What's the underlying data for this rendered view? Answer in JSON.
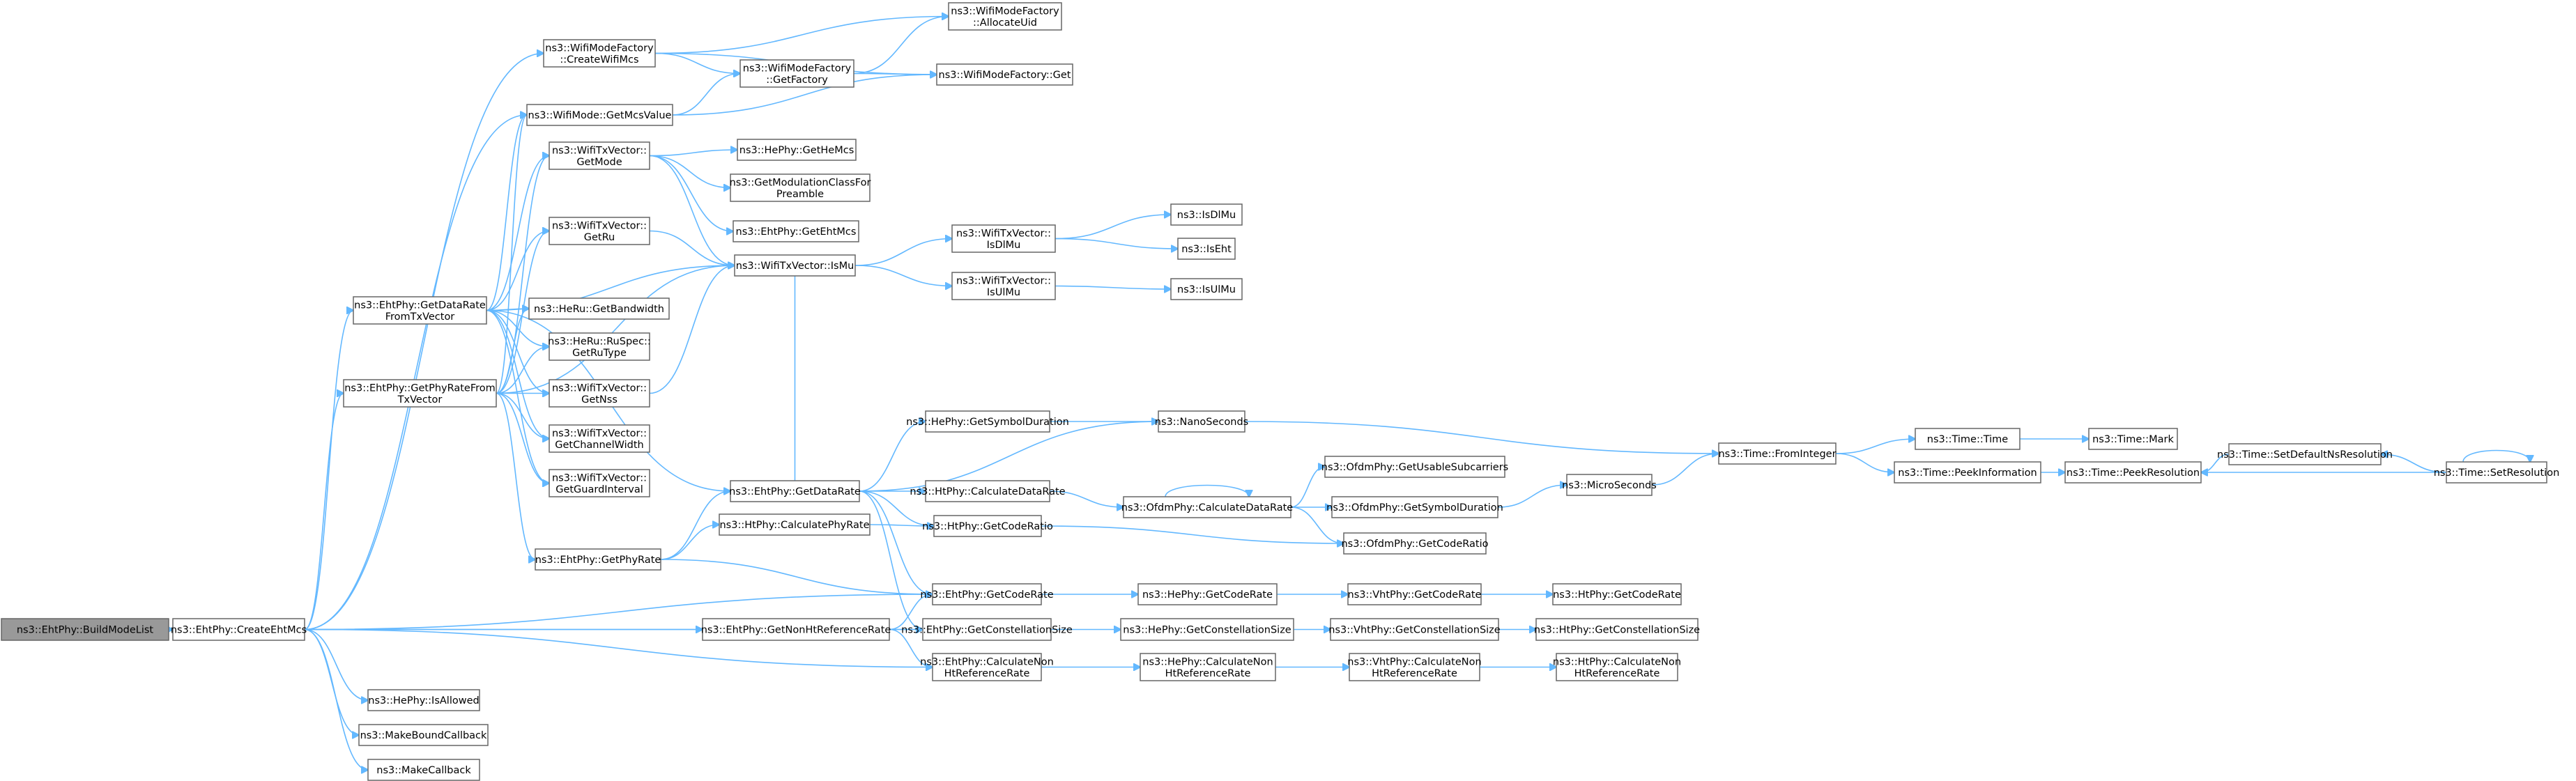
{
  "colors": {
    "edge": "#63b8ff",
    "root_fill": "#999999",
    "node_border": "#666666"
  },
  "nodes": [
    {
      "id": "n0",
      "lines": [
        "ns3::EhtPhy::BuildModeList"
      ],
      "root": true
    },
    {
      "id": "n1",
      "lines": [
        "ns3::EhtPhy::CreateEhtMcs"
      ]
    },
    {
      "id": "n2",
      "lines": [
        "ns3::EhtPhy::GetDataRate",
        "FromTxVector"
      ]
    },
    {
      "id": "n3",
      "lines": [
        "ns3::EhtPhy::GetPhyRateFrom",
        "TxVector"
      ]
    },
    {
      "id": "n4",
      "lines": [
        "ns3::EhtPhy::GetPhyRate"
      ]
    },
    {
      "id": "n5",
      "lines": [
        "ns3::WifiModeFactory",
        "::CreateWifiMcs"
      ]
    },
    {
      "id": "n6",
      "lines": [
        "ns3::WifiMode::GetMcsValue"
      ]
    },
    {
      "id": "n7",
      "lines": [
        "ns3::WifiTxVector::",
        "GetMode"
      ]
    },
    {
      "id": "n8",
      "lines": [
        "ns3::WifiTxVector::",
        "GetRu"
      ]
    },
    {
      "id": "n9",
      "lines": [
        "ns3::HeRu::GetBandwidth"
      ]
    },
    {
      "id": "n10",
      "lines": [
        "ns3::HeRu::RuSpec::",
        "GetRuType"
      ]
    },
    {
      "id": "n11",
      "lines": [
        "ns3::WifiTxVector::",
        "GetNss"
      ]
    },
    {
      "id": "n12",
      "lines": [
        "ns3::WifiTxVector::",
        "GetChannelWidth"
      ]
    },
    {
      "id": "n13",
      "lines": [
        "ns3::WifiTxVector::",
        "GetGuardInterval"
      ]
    },
    {
      "id": "n14",
      "lines": [
        "ns3::EhtPhy::GetNonHtReferenceRate"
      ]
    },
    {
      "id": "n15",
      "lines": [
        "ns3::HePhy::IsAllowed"
      ]
    },
    {
      "id": "n16",
      "lines": [
        "ns3::MakeBoundCallback"
      ]
    },
    {
      "id": "n17",
      "lines": [
        "ns3::MakeCallback"
      ]
    },
    {
      "id": "n18",
      "lines": [
        "ns3::WifiModeFactory",
        "::AllocateUid"
      ]
    },
    {
      "id": "n19",
      "lines": [
        "ns3::WifiModeFactory",
        "::GetFactory"
      ]
    },
    {
      "id": "n20",
      "lines": [
        "ns3::WifiModeFactory::Get"
      ]
    },
    {
      "id": "n21",
      "lines": [
        "ns3::HePhy::GetHeMcs"
      ]
    },
    {
      "id": "n22",
      "lines": [
        "ns3::GetModulationClassFor",
        "Preamble"
      ]
    },
    {
      "id": "n23",
      "lines": [
        "ns3::EhtPhy::GetEhtMcs"
      ]
    },
    {
      "id": "n24",
      "lines": [
        "ns3::WifiTxVector::IsMu"
      ]
    },
    {
      "id": "n25",
      "lines": [
        "ns3::WifiTxVector::",
        "IsDlMu"
      ]
    },
    {
      "id": "n26",
      "lines": [
        "ns3::WifiTxVector::",
        "IsUlMu"
      ]
    },
    {
      "id": "n27",
      "lines": [
        "ns3::IsDlMu"
      ]
    },
    {
      "id": "n28",
      "lines": [
        "ns3::IsEht"
      ]
    },
    {
      "id": "n29",
      "lines": [
        "ns3::IsUlMu"
      ]
    },
    {
      "id": "n30",
      "lines": [
        "ns3::EhtPhy::GetDataRate"
      ]
    },
    {
      "id": "n31",
      "lines": [
        "ns3::HtPhy::CalculatePhyRate"
      ]
    },
    {
      "id": "n32",
      "lines": [
        "ns3::HePhy::GetSymbolDuration"
      ]
    },
    {
      "id": "n33",
      "lines": [
        "ns3::NanoSeconds"
      ]
    },
    {
      "id": "n34",
      "lines": [
        "ns3::HtPhy::CalculateDataRate"
      ]
    },
    {
      "id": "n35",
      "lines": [
        "ns3::HtPhy::GetCodeRatio"
      ]
    },
    {
      "id": "n36",
      "lines": [
        "ns3::EhtPhy::GetCodeRate"
      ]
    },
    {
      "id": "n37",
      "lines": [
        "ns3::EhtPhy::GetConstellationSize"
      ]
    },
    {
      "id": "n38",
      "lines": [
        "ns3::EhtPhy::CalculateNon",
        "HtReferenceRate"
      ]
    },
    {
      "id": "n39",
      "lines": [
        "ns3::OfdmPhy::CalculateDataRate"
      ]
    },
    {
      "id": "n40",
      "lines": [
        "ns3::OfdmPhy::GetUsableSubcarriers"
      ]
    },
    {
      "id": "n41",
      "lines": [
        "ns3::OfdmPhy::GetSymbolDuration"
      ]
    },
    {
      "id": "n42",
      "lines": [
        "ns3::OfdmPhy::GetCodeRatio"
      ]
    },
    {
      "id": "n43",
      "lines": [
        "ns3::HePhy::GetCodeRate"
      ]
    },
    {
      "id": "n44",
      "lines": [
        "ns3::HePhy::GetConstellationSize"
      ]
    },
    {
      "id": "n45",
      "lines": [
        "ns3::HePhy::CalculateNon",
        "HtReferenceRate"
      ]
    },
    {
      "id": "n46",
      "lines": [
        "ns3::VhtPhy::GetCodeRate"
      ]
    },
    {
      "id": "n47",
      "lines": [
        "ns3::VhtPhy::GetConstellationSize"
      ]
    },
    {
      "id": "n48",
      "lines": [
        "ns3::VhtPhy::CalculateNon",
        "HtReferenceRate"
      ]
    },
    {
      "id": "n49",
      "lines": [
        "ns3::HtPhy::GetCodeRate"
      ]
    },
    {
      "id": "n50",
      "lines": [
        "ns3::HtPhy::GetConstellationSize"
      ]
    },
    {
      "id": "n51",
      "lines": [
        "ns3::HtPhy::CalculateNon",
        "HtReferenceRate"
      ]
    },
    {
      "id": "n52",
      "lines": [
        "ns3::MicroSeconds"
      ]
    },
    {
      "id": "n53",
      "lines": [
        "ns3::Time::FromInteger"
      ]
    },
    {
      "id": "n54",
      "lines": [
        "ns3::Time::Time"
      ]
    },
    {
      "id": "n55",
      "lines": [
        "ns3::Time::PeekInformation"
      ]
    },
    {
      "id": "n56",
      "lines": [
        "ns3::Time::Mark"
      ]
    },
    {
      "id": "n57",
      "lines": [
        "ns3::Time::PeekResolution"
      ]
    },
    {
      "id": "n58",
      "lines": [
        "ns3::Time::SetDefaultNsResolution"
      ]
    },
    {
      "id": "n59",
      "lines": [
        "ns3::Time::SetResolution"
      ]
    }
  ],
  "edges": [
    [
      "n0",
      "n1"
    ],
    [
      "n1",
      "n2"
    ],
    [
      "n1",
      "n3"
    ],
    [
      "n1",
      "n5"
    ],
    [
      "n1",
      "n6"
    ],
    [
      "n1",
      "n14"
    ],
    [
      "n1",
      "n15"
    ],
    [
      "n1",
      "n16"
    ],
    [
      "n1",
      "n17"
    ],
    [
      "n1",
      "n36"
    ],
    [
      "n1",
      "n37"
    ],
    [
      "n1",
      "n38"
    ],
    [
      "n2",
      "n6"
    ],
    [
      "n2",
      "n7"
    ],
    [
      "n2",
      "n8"
    ],
    [
      "n2",
      "n9"
    ],
    [
      "n2",
      "n10"
    ],
    [
      "n2",
      "n11"
    ],
    [
      "n2",
      "n12"
    ],
    [
      "n2",
      "n13"
    ],
    [
      "n2",
      "n24"
    ],
    [
      "n2",
      "n30"
    ],
    [
      "n3",
      "n4"
    ],
    [
      "n3",
      "n6"
    ],
    [
      "n3",
      "n7"
    ],
    [
      "n3",
      "n8"
    ],
    [
      "n3",
      "n9"
    ],
    [
      "n3",
      "n10"
    ],
    [
      "n3",
      "n11"
    ],
    [
      "n3",
      "n12"
    ],
    [
      "n3",
      "n13"
    ],
    [
      "n3",
      "n24"
    ],
    [
      "n4",
      "n30"
    ],
    [
      "n4",
      "n31"
    ],
    [
      "n4",
      "n36"
    ],
    [
      "n5",
      "n18"
    ],
    [
      "n5",
      "n19"
    ],
    [
      "n5",
      "n20"
    ],
    [
      "n6",
      "n19"
    ],
    [
      "n6",
      "n20"
    ],
    [
      "n7",
      "n21"
    ],
    [
      "n7",
      "n22"
    ],
    [
      "n7",
      "n23"
    ],
    [
      "n7",
      "n24"
    ],
    [
      "n8",
      "n24"
    ],
    [
      "n11",
      "n24"
    ],
    [
      "n30",
      "n24"
    ],
    [
      "n24",
      "n25"
    ],
    [
      "n24",
      "n26"
    ],
    [
      "n25",
      "n27"
    ],
    [
      "n25",
      "n28"
    ],
    [
      "n26",
      "n29"
    ],
    [
      "n19",
      "n18"
    ],
    [
      "n19",
      "n20"
    ],
    [
      "n14",
      "n36"
    ],
    [
      "n14",
      "n37"
    ],
    [
      "n14",
      "n38"
    ],
    [
      "n30",
      "n32"
    ],
    [
      "n30",
      "n33"
    ],
    [
      "n30",
      "n34"
    ],
    [
      "n30",
      "n35"
    ],
    [
      "n30",
      "n36"
    ],
    [
      "n30",
      "n37"
    ],
    [
      "n31",
      "n35"
    ],
    [
      "n32",
      "n33"
    ],
    [
      "n33",
      "n53"
    ],
    [
      "n34",
      "n39"
    ],
    [
      "n35",
      "n42"
    ],
    [
      "n36",
      "n43"
    ],
    [
      "n37",
      "n44"
    ],
    [
      "n38",
      "n45"
    ],
    [
      "n39",
      "n39"
    ],
    [
      "n39",
      "n40"
    ],
    [
      "n39",
      "n41"
    ],
    [
      "n39",
      "n42"
    ],
    [
      "n41",
      "n52"
    ],
    [
      "n52",
      "n53"
    ],
    [
      "n43",
      "n46"
    ],
    [
      "n44",
      "n47"
    ],
    [
      "n45",
      "n48"
    ],
    [
      "n46",
      "n49"
    ],
    [
      "n47",
      "n50"
    ],
    [
      "n48",
      "n51"
    ],
    [
      "n53",
      "n54"
    ],
    [
      "n53",
      "n55"
    ],
    [
      "n54",
      "n56"
    ],
    [
      "n55",
      "n57"
    ],
    [
      "n58",
      "n57"
    ],
    [
      "n59",
      "n58"
    ],
    [
      "n59",
      "n57"
    ],
    [
      "n59",
      "n59"
    ]
  ]
}
